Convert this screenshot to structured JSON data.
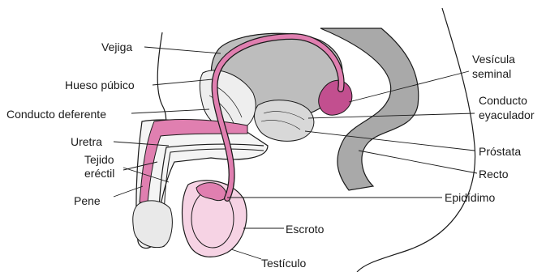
{
  "labels": {
    "vejiga": "Vejiga",
    "hueso_pubico": "Hueso púbico",
    "conducto_deferente": "Conducto deferente",
    "uretra": "Uretra",
    "tejido_erectil_1": "Tejido",
    "tejido_erectil_2": "eréctil",
    "pene": "Pene",
    "vesicula_seminal_1": "Vesícula",
    "vesicula_seminal_2": "seminal",
    "conducto_eyaculador_1": "Conducto",
    "conducto_eyaculador_2": "eyaculador",
    "prostata": "Próstata",
    "recto": "Recto",
    "epididimo": "Epidídimo",
    "escroto": "Escroto",
    "testiculo": "Testículo"
  },
  "colors": {
    "pink": "#e07fb0",
    "pink_dark": "#c24f8f",
    "pink_light": "#f6d3e4",
    "gray": "#a9a9a9",
    "gray_light": "#d2d2d2",
    "stroke": "#1a1a1a"
  }
}
